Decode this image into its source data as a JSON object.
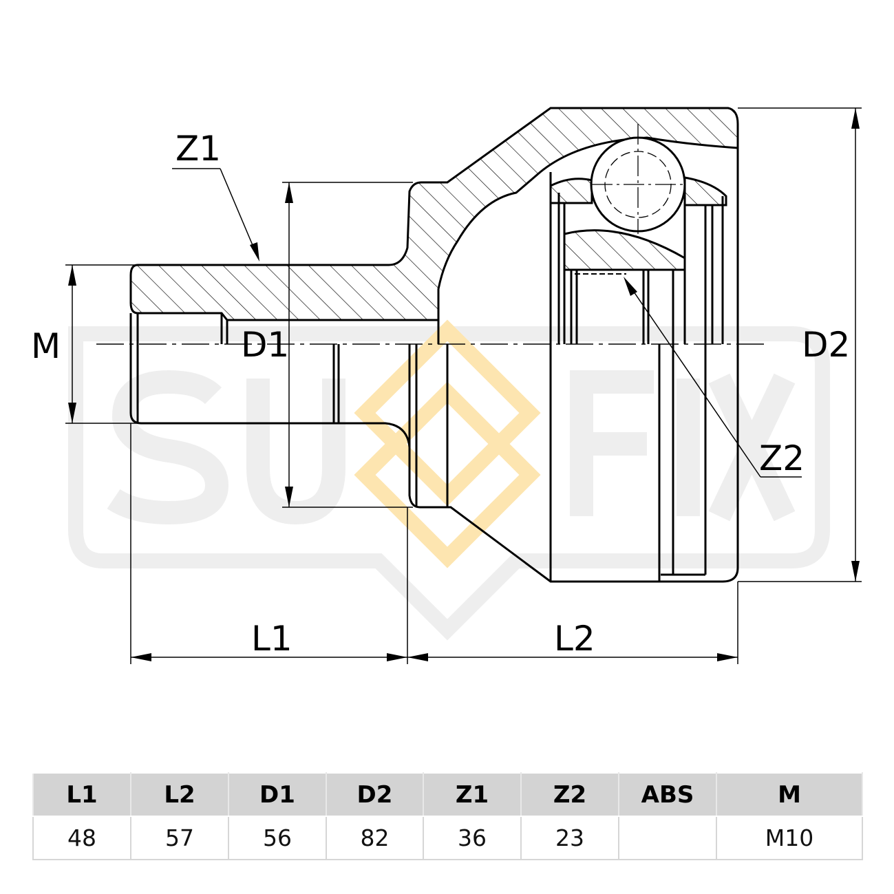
{
  "watermark": {
    "text_left": "SU",
    "text_right": "FIX",
    "gray": "#eeeeee",
    "orange": "#fde5b0"
  },
  "labels": {
    "z1": "Z1",
    "z2": "Z2",
    "m": "M",
    "d1": "D1",
    "d2": "D2",
    "l1": "L1",
    "l2": "L2"
  },
  "table": {
    "headers": [
      "L1",
      "L2",
      "D1",
      "D2",
      "Z1",
      "Z2",
      "ABS",
      "M"
    ],
    "values": [
      "48",
      "57",
      "56",
      "82",
      "36",
      "23",
      "",
      "M10"
    ]
  }
}
